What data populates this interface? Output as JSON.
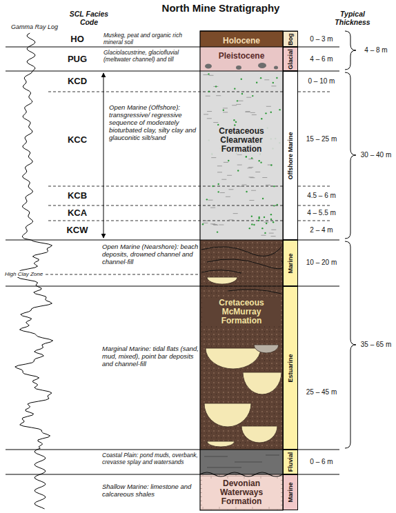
{
  "diagram": {
    "title": "North Mine Stratigraphy",
    "nodes": [
      {
        "text": [
          "Holocene"
        ]
      },
      {
        "text": [
          "Pleistocene"
        ]
      },
      {
        "text": [
          "Cretaceous Clearwater Formation"
        ]
      },
      {
        "text": [
          "Cretaceous McMurray Formation"
        ]
      },
      {
        "text": [
          "Devonian Waterways Formation"
        ]
      },
      {
        "text": [
          "Bog"
        ]
      },
      {
        "text": [
          "Glacial"
        ]
      },
      {
        "text": [
          "Offshore Marine"
        ]
      },
      {
        "text": [
          "Marine"
        ]
      },
      {
        "text": [
          "Estuarine"
        ]
      },
      {
        "text": [
          "Fluvial"
        ]
      },
      {
        "text": [
          "Marine"
        ]
      }
    ],
    "labels": [
      "Gamma Ray Log",
      "SCL Facies Code",
      "Typical Thickness",
      "HO",
      "Muskeg, peat and organic rich mineral soil",
      "0 – 3 m",
      "PUG",
      "Glaciolacustrine, glaciofluvial (meltwater channel) and till",
      "4 – 6 m",
      "4 – 8 m",
      "KCD",
      "0 – 10 m",
      "KCC",
      "Open Marine (Offshore): transgressive/ regressive sequence of moderately bioturbated clay, silty clay and glauconitic silt/sand",
      "15 – 25 m",
      "30 – 40 m",
      "KCB",
      "4.5 – 6 m",
      "KCA",
      "4 – 5.5 m",
      "KCW",
      "2 – 4 m",
      "Open Marine (Nearshore): beach deposits, drowned channel and channel-fill",
      "High Clay Zone",
      "10 – 20 m",
      "35 – 65 m",
      "Marginal Marine: tidal flats (sand, mud, mixed), point bar deposits and channel-fill",
      "25 – 45 m",
      "Coastal Plain: pond muds, overbank, crevasse splay and watersands",
      "0 – 6 m",
      "Shallow Marine: limestone and calcareous shales"
    ]
  }
}
